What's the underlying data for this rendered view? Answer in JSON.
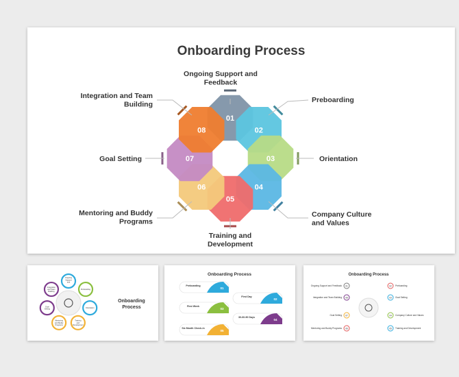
{
  "main": {
    "title": "Onboarding Process",
    "steps": [
      {
        "num": "01",
        "label": [
          "Ongoing Support and",
          "Feedback"
        ],
        "color": "#8093a8"
      },
      {
        "num": "02",
        "label": [
          "Preboarding"
        ],
        "color": "#5cc5df"
      },
      {
        "num": "03",
        "label": [
          "Orientation"
        ],
        "color": "#b7db86"
      },
      {
        "num": "04",
        "label": [
          "Company Culture",
          "and Values"
        ],
        "color": "#5bb7e4"
      },
      {
        "num": "05",
        "label": [
          "Training and",
          "Development"
        ],
        "color": "#ef6b6b"
      },
      {
        "num": "06",
        "label": [
          "Mentoring and Buddy",
          "Programs"
        ],
        "color": "#f3c97b"
      },
      {
        "num": "07",
        "label": [
          "Goal Setting"
        ],
        "color": "#c48ac3"
      },
      {
        "num": "08",
        "label": [
          "Integration and Team",
          "Building"
        ],
        "color": "#ef7d2f"
      }
    ]
  },
  "thumb1": {
    "title": [
      "Onboarding",
      "Process"
    ],
    "items": [
      "Ongoing Support and Feedback",
      "Preboarding",
      "Orientation",
      "Training and Development",
      "Mentoring and Buddy Programs",
      "Goal Setting",
      "Integration and Team Building"
    ]
  },
  "thumb2": {
    "title": "Onboarding Process",
    "items": [
      {
        "label": "Preboarding",
        "num": "01",
        "color": "#2eaadc"
      },
      {
        "label": "First Day",
        "num": "02",
        "color": "#2eaadc"
      },
      {
        "label": "First Week",
        "num": "03",
        "color": "#8bbf3f"
      },
      {
        "label": "30-60-90 Days",
        "num": "04",
        "color": "#7d3c8c"
      },
      {
        "label": "Six Month Check-in",
        "num": "05",
        "color": "#f2b134"
      }
    ]
  },
  "thumb3": {
    "title": "Onboarding Process",
    "left": [
      {
        "label": "Ongoing Support and Feedback",
        "num": "01"
      },
      {
        "label": "Integration and Team Building",
        "num": "08"
      },
      {
        "label": "Goal Setting",
        "num": "07"
      },
      {
        "label": "Mentoring and Buddy Programs",
        "num": "06"
      }
    ],
    "right": [
      {
        "label": "Preboarding",
        "num": "02"
      },
      {
        "label": "Goal Setting",
        "num": "03"
      },
      {
        "label": "Company Culture and Values",
        "num": "04"
      },
      {
        "label": "Training and Development",
        "num": "05"
      }
    ]
  }
}
